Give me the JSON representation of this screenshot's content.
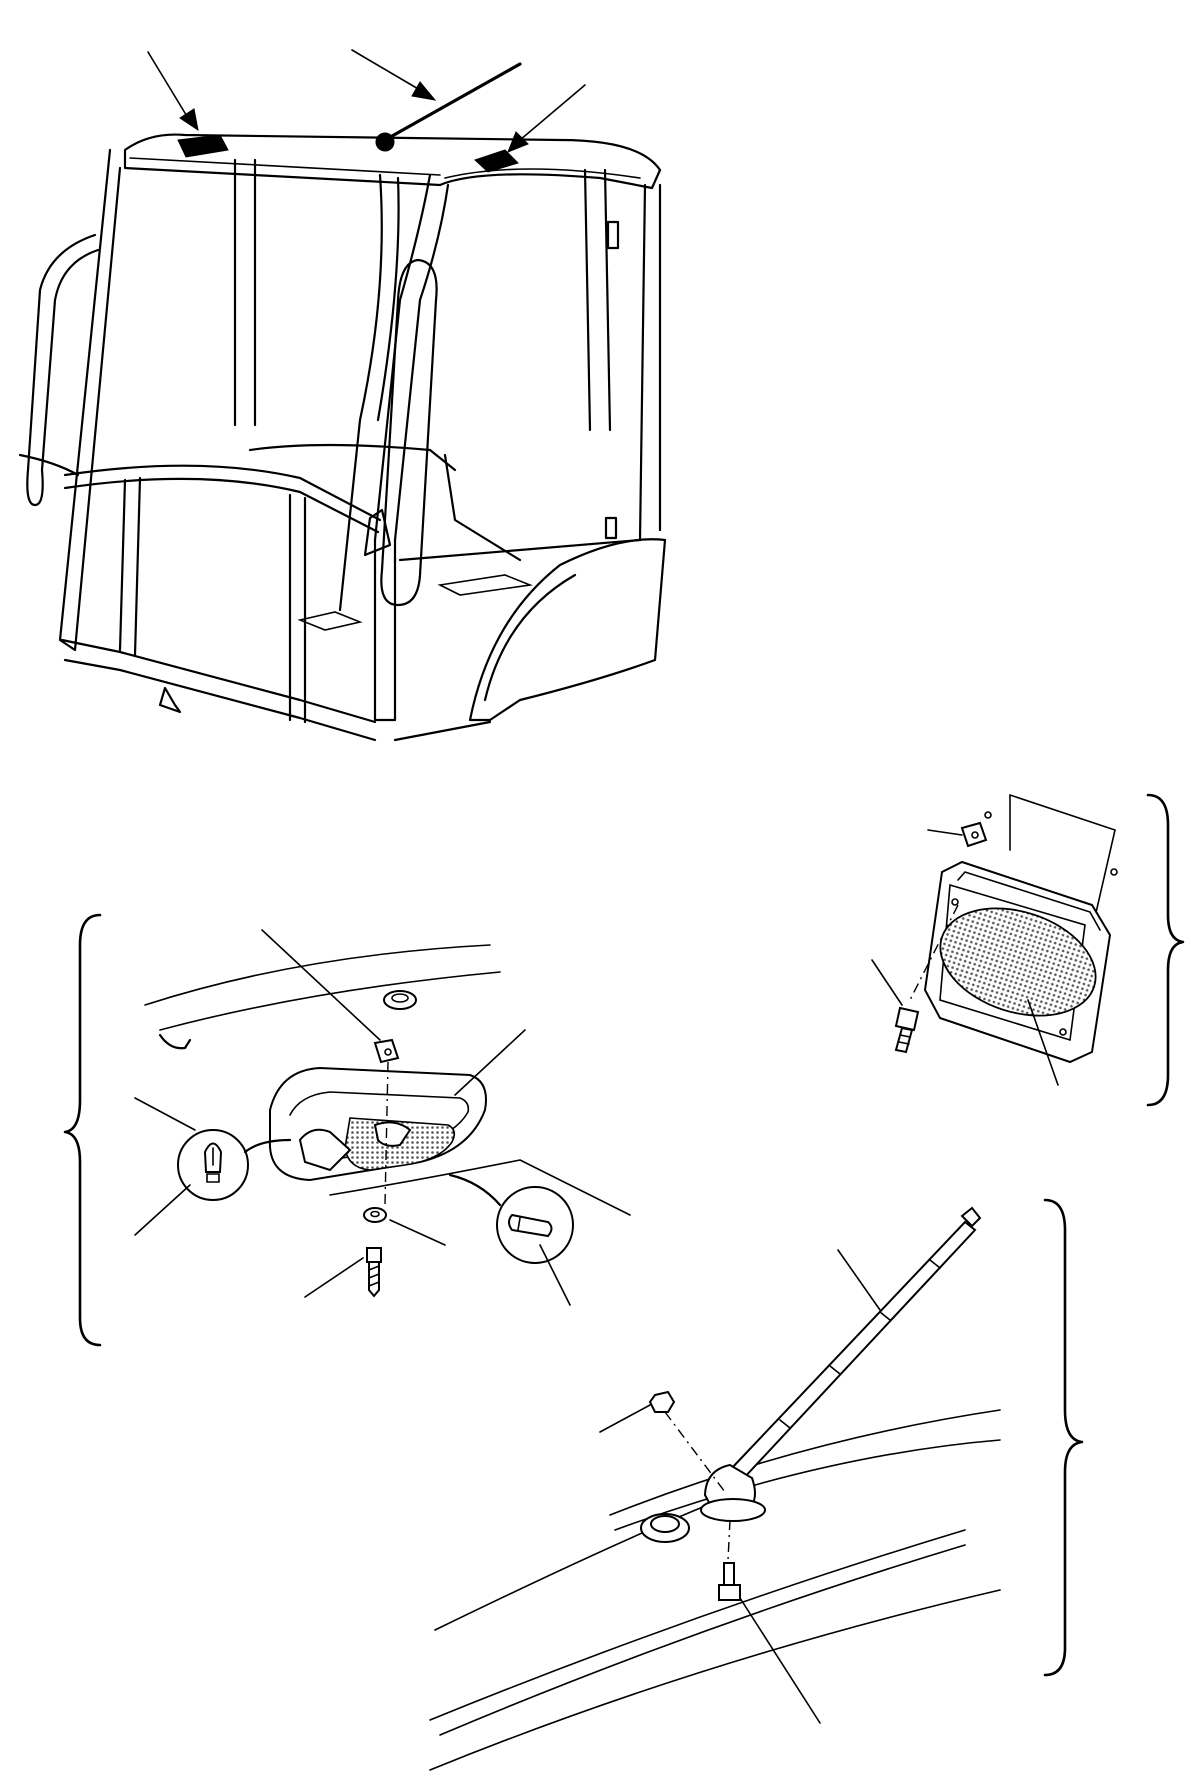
{
  "figure": {
    "labels": []
  },
  "colors": {
    "line": "#000000",
    "paper": "#ffffff",
    "mesh_fill": "#9a9a9a"
  },
  "callouts": {
    "cab_view": [
      "callout-left-roof",
      "callout-antenna-mount",
      "callout-right-roof"
    ],
    "room_lamp": [
      "callout-clip-nut",
      "callout-lamp-housing",
      "callout-bulb",
      "callout-washer",
      "callout-screw",
      "callout-fuse"
    ],
    "speaker": [
      "callout-speaker-clip",
      "callout-speaker-bolt",
      "callout-speaker-unit"
    ],
    "antenna": [
      "callout-antenna-rod",
      "callout-antenna-nut",
      "callout-antenna-bolt"
    ]
  }
}
